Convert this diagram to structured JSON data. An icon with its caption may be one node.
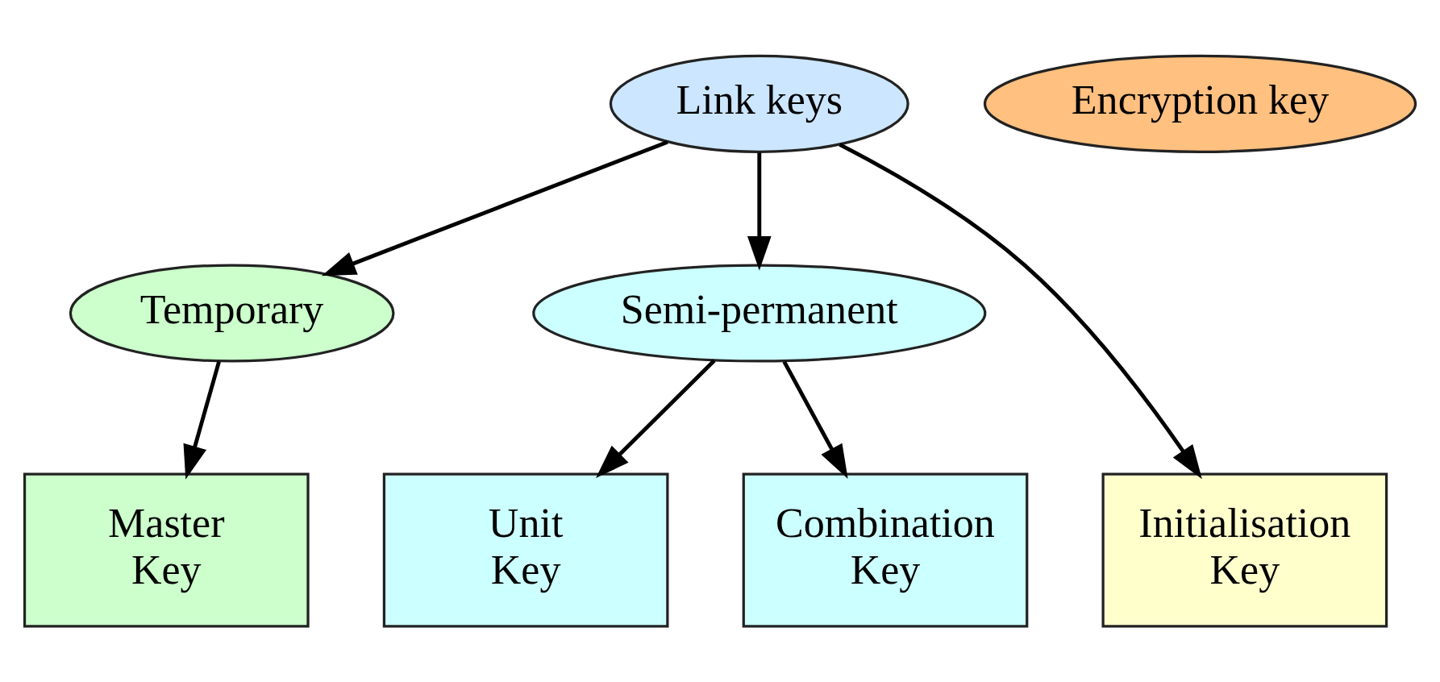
{
  "diagram": {
    "nodes": [
      {
        "text": [
          "Link keys"
        ]
      },
      {
        "text": [
          "Encryption key"
        ]
      },
      {
        "text": [
          "Temporary"
        ]
      },
      {
        "text": [
          "Semi-permanent"
        ]
      },
      {
        "text": [
          "Master Key"
        ]
      },
      {
        "text": [
          "Unit Key"
        ]
      },
      {
        "text": [
          "Combination Key"
        ]
      },
      {
        "text": [
          "Initialisation Key"
        ]
      }
    ],
    "edges": [
      {
        "from": 0,
        "to": 2,
        "arrow": "to"
      },
      {
        "from": 0,
        "to": 3,
        "arrow": "to"
      },
      {
        "from": 0,
        "to": 7,
        "arrow": "to"
      },
      {
        "from": 2,
        "to": 4,
        "arrow": "to"
      },
      {
        "from": 3,
        "to": 5,
        "arrow": "to"
      },
      {
        "from": 3,
        "to": 6,
        "arrow": "to"
      }
    ]
  }
}
